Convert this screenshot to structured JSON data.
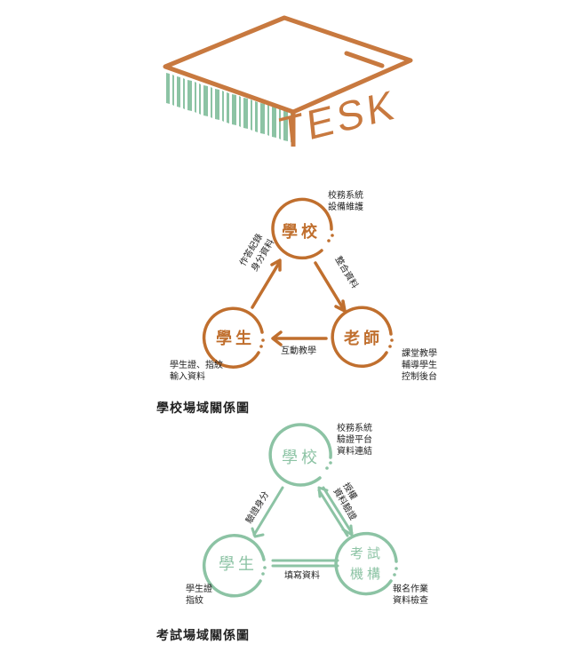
{
  "logo": {
    "text": "TESK",
    "colors": {
      "orange": "#c8793f",
      "green": "#8cc3a4"
    }
  },
  "school_diagram": {
    "caption": "學校場域關係圖",
    "color": "#c06f2e",
    "nodes": {
      "top": "學校",
      "left": "學生",
      "right": "老師"
    },
    "notes": {
      "top": [
        "校務系統",
        "設備維護"
      ],
      "left": [
        "學生證、指紋",
        "輸入資料"
      ],
      "right": [
        "課堂教學",
        "輔導學生",
        "控制後台"
      ]
    },
    "edges": {
      "left": [
        "身分資料",
        "作答紀錄"
      ],
      "right": [
        "整合資料"
      ],
      "bottom": "互動教學"
    }
  },
  "exam_diagram": {
    "caption": "考試場域關係圖",
    "color": "#8cc3a4",
    "nodes": {
      "top": "學校",
      "left": "學生",
      "right_line1": "考試",
      "right_line2": "機構"
    },
    "notes": {
      "top": [
        "校務系統",
        "驗證平台",
        "資料連結"
      ],
      "left": [
        "學生證",
        "指紋"
      ],
      "right": [
        "報名作業",
        "資料檢查"
      ]
    },
    "edges": {
      "left": [
        "驗證身分"
      ],
      "right": [
        "授權",
        "資料驗證"
      ],
      "bottom": "填寫資料"
    }
  }
}
